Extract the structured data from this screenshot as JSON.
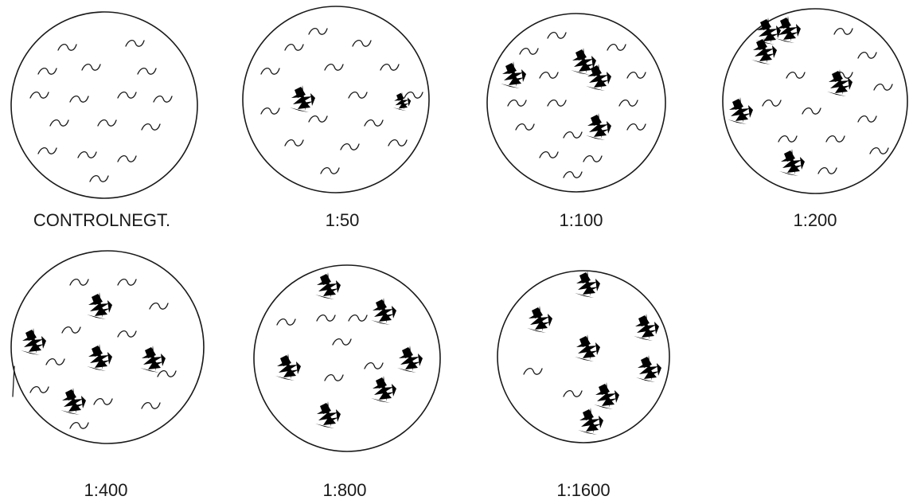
{
  "figure": {
    "panels": [
      {
        "id": "control",
        "label": "CONTROLNEGT."
      },
      {
        "id": "d50",
        "label": "1:50"
      },
      {
        "id": "d100",
        "label": "1:100"
      },
      {
        "id": "d200",
        "label": "1:200"
      },
      {
        "id": "d400",
        "label": "1:400"
      },
      {
        "id": "d800",
        "label": "1:800"
      },
      {
        "id": "d1600",
        "label": "1:1600"
      }
    ]
  },
  "colors": {
    "ink": "#1a1a1a",
    "background": "#ffffff"
  }
}
